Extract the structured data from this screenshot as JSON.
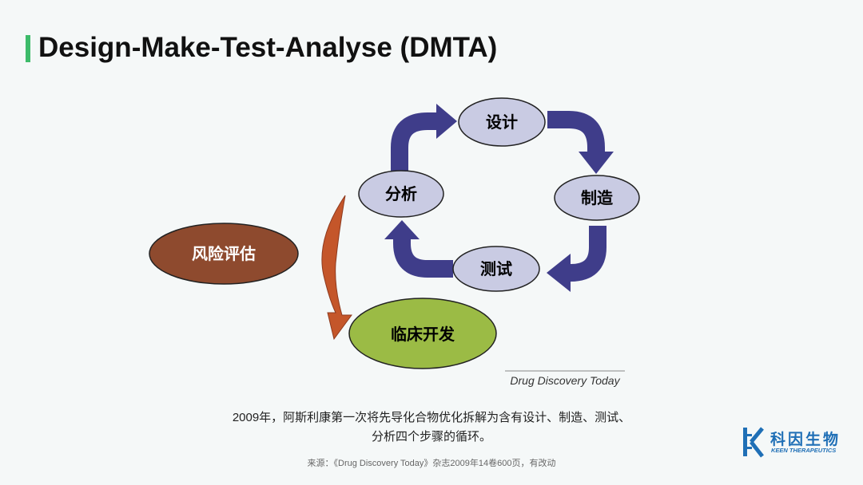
{
  "title": "Design-Make-Test-Analyse (DMTA)",
  "diagram": {
    "design": "设计",
    "make": "制造",
    "test": "测试",
    "analyse": "分析",
    "risk": "风险评估",
    "clinical": "临床开发",
    "credit": "Drug Discovery Today"
  },
  "caption": {
    "line1": "2009年，阿斯利康第一次将先导化合物优化拆解为含有设计、制造、测试、",
    "line2": "分析四个步骤的循环。"
  },
  "source": "来源：《Drug Discovery Today》杂志2009年14卷600页，有改动",
  "logo": {
    "cn": "科因生物",
    "en": "KEEN THERAPEUTICS"
  },
  "colors": {
    "accent": "#3dbb6a",
    "arrow": "#3f3d8a",
    "node": "#c9cbe3",
    "risk": "#8e4a2e",
    "clinical": "#9bbb45",
    "orange": "#c4562a"
  }
}
